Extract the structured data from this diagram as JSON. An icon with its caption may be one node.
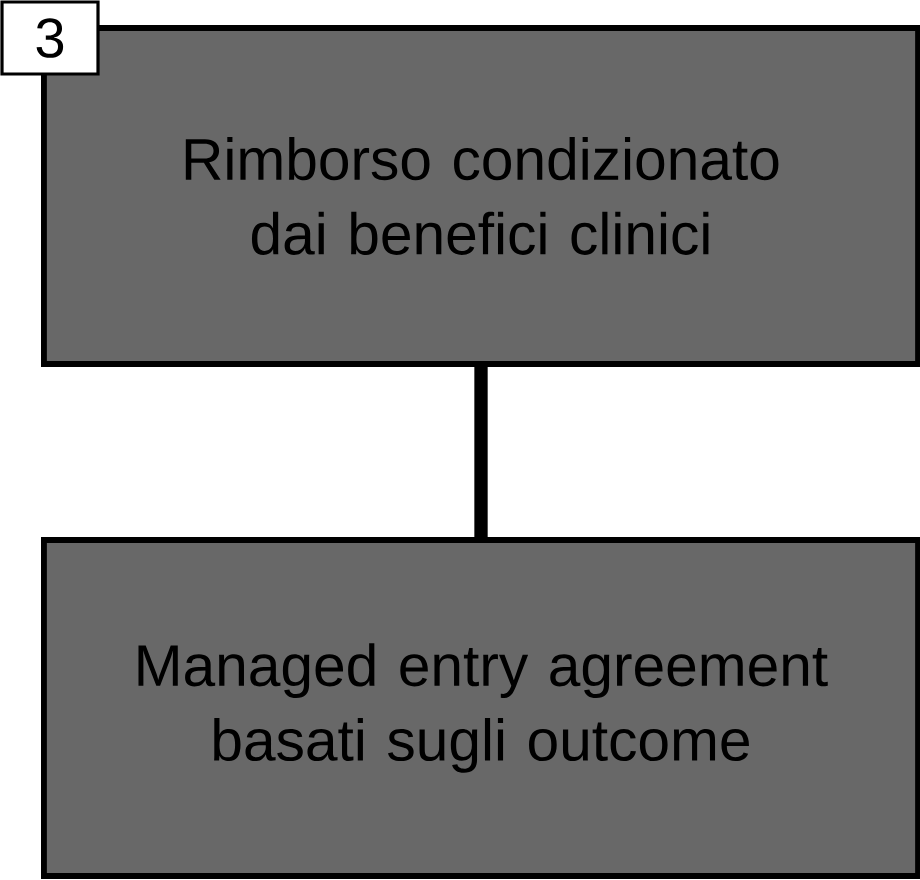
{
  "diagram": {
    "nodes": [
      {
        "text": [
          "3"
        ]
      },
      {
        "text": [
          "Rimborso condizionato dai benefici clinici"
        ]
      },
      {
        "text": [
          "Managed entry agreement basati sugli outcome"
        ]
      }
    ],
    "edges": [
      {
        "from": 1,
        "to": 2,
        "arrow": "none"
      }
    ]
  }
}
